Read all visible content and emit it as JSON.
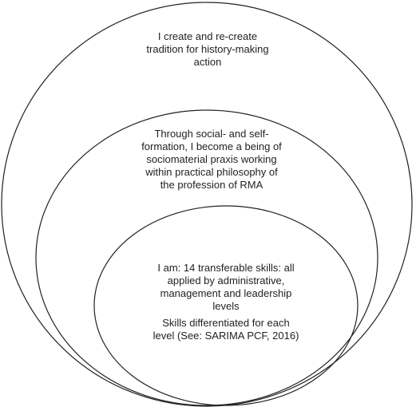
{
  "diagram": {
    "stroke_color": "#222222",
    "circles": {
      "outer": {
        "lines": [
          "I create and re-create",
          "tradition for history-making",
          "action"
        ]
      },
      "middle": {
        "lines": [
          "Through social- and self-",
          "formation, I become a being of",
          "sociomaterial praxis working",
          "within practical philosophy  of",
          "the profession  of RMA"
        ]
      },
      "inner": {
        "lines": [
          "I am: 14 transferable skills:  all",
          "applied by administrative,",
          "management and leadership",
          "levels"
        ],
        "note_lines": [
          "Skills differentiated for each",
          "level (See: SARIMA PCF, 2016)"
        ]
      }
    }
  }
}
